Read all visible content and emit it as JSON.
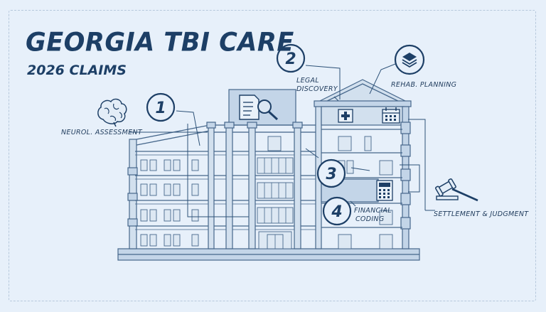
{
  "header": {
    "title": "GEORGIA TBI CARE",
    "subtitle": "2026 CLAIMS"
  },
  "stages": [
    {
      "number": "1",
      "label": "NEUROL. ASSESSMENT",
      "icon": "brain-icon"
    },
    {
      "number": "2",
      "label_line1": "LEGAL",
      "label_line2": "DISCOVERY",
      "icon": "document-search-icon"
    },
    {
      "number": "3",
      "label": "REHAB. PLANNING",
      "icon": "stack-layers-icon"
    },
    {
      "number": "4",
      "label_line1": "FINANCIAL",
      "label_line2": "CODING",
      "icon": "calculator-icon"
    }
  ],
  "outcome": {
    "label": "SETTLEMENT & JUDGMENT",
    "icon": "gavel-icon"
  },
  "colors": {
    "background": "#e7f0fa",
    "ink": "#1d3f66",
    "line": "#4a6c90",
    "fill_light": "#d3e1ef",
    "fill_mid": "#c2d4e7"
  }
}
